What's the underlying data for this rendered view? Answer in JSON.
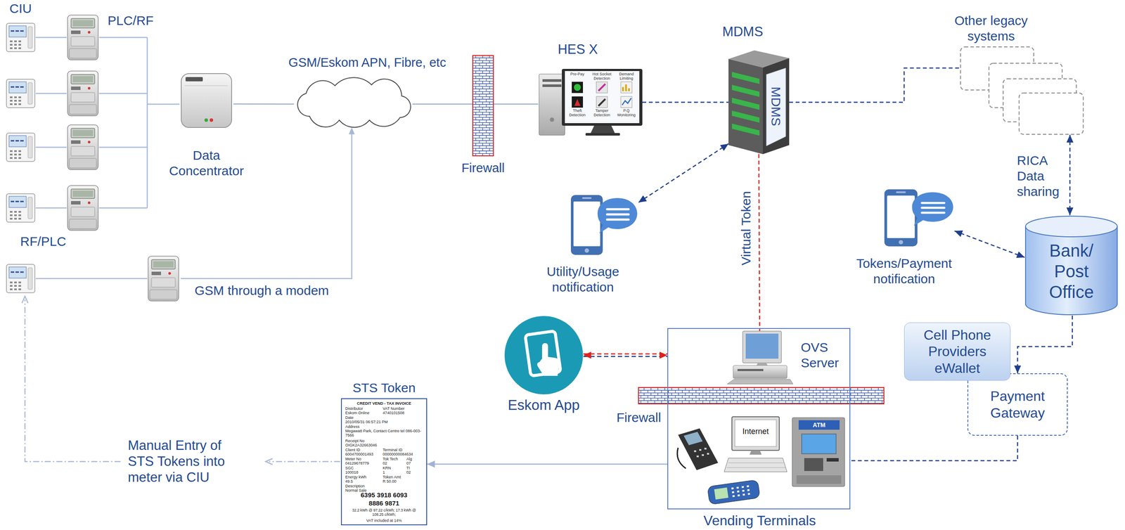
{
  "diagram": {
    "nodes": [
      {
        "text": [
          "Data Concentrator"
        ]
      },
      {
        "text": [
          "GSM/Eskom APN, Fibre, etc"
        ]
      },
      {
        "text": [
          "Firewall"
        ]
      },
      {
        "text": [
          "HES X"
        ]
      },
      {
        "text": [
          "MDMS",
          "MDMS"
        ]
      },
      {
        "text": [
          "Other legacy systems"
        ]
      },
      {
        "text": [
          "Utility/Usage notification"
        ]
      },
      {
        "text": [
          "Tokens/Payment notification"
        ]
      },
      {
        "text": [
          "Bank/ Post Office"
        ]
      },
      {
        "text": [
          "Cell Phone Providers eWallet"
        ]
      },
      {
        "text": [
          "Payment Gateway"
        ]
      },
      {
        "text": [
          "Vending Terminals"
        ]
      },
      {
        "text": [
          "OVS Server"
        ],
        "in": 11
      },
      {
        "text": [
          "Eskom App"
        ]
      },
      {
        "text": [
          "STS Token",
          "CREDIT VEND - TAX INVOICE",
          "Distributor",
          "VAT Number",
          "Eskom Online",
          "4740101508",
          "Date",
          "2010/05/31 06:57:21 PM",
          "Address",
          "Megawatt Park, Contact Centre tel 086-003-7566",
          "Receipt No",
          "OIGK2A32663046",
          "Client ID",
          "Terminal ID",
          "6004700001493",
          "00000000084634",
          "Meter No",
          "Tok Tech",
          "Alg",
          "04129678779",
          "02",
          "07",
          "SGC",
          "KRN",
          "TI",
          "100018",
          "1",
          "02",
          "Energy kWh",
          "Token Amt",
          "49.5",
          "R 50.00",
          "Description",
          "Normal Sale",
          "6395 3918 6093",
          "8886 9871",
          "32.2 kWh @ 97.22 c/kWh; 17.3 kWh @ 108.25 c/kWh;",
          "VAT included at 14%"
        ]
      }
    ],
    "edges": [
      {
        "from": 0,
        "to": 1,
        "arrow": "none"
      },
      {
        "from": 1,
        "to": 2,
        "arrow": "none"
      },
      {
        "from": 2,
        "to": 3,
        "arrow": "none"
      },
      {
        "from": 3,
        "to": 4,
        "arrow": "none"
      },
      {
        "from": 4,
        "to": 5,
        "arrow": "none"
      },
      {
        "from": 4,
        "to": 6,
        "arrow": "both"
      },
      {
        "from": 4,
        "to": 12,
        "label": "Virtual Token",
        "arrow": "none"
      },
      {
        "from": 13,
        "to": 11,
        "arrow": "both"
      },
      {
        "from": 7,
        "to": 8,
        "arrow": "both"
      },
      {
        "from": 5,
        "to": 8,
        "label": "RICA Data sharing",
        "arrow": "both"
      },
      {
        "from": 8,
        "to": 10,
        "arrow": "to"
      },
      {
        "from": 10,
        "to": 11,
        "arrow": "none"
      },
      {
        "from": 11,
        "to": 14,
        "arrow": "to"
      }
    ],
    "labels": [
      "CIU",
      "PLC/RF",
      "RF/PLC",
      "GSM through a modem",
      "Manual Entry of STS Tokens into meter via CIU",
      "Firewall",
      "Internet",
      "ATM",
      "Pre-Pay",
      "Hot Socket Detection",
      "Demand Limiting",
      "Theft Detection",
      "Tamper Detection",
      "P.Q Monitoring"
    ]
  }
}
